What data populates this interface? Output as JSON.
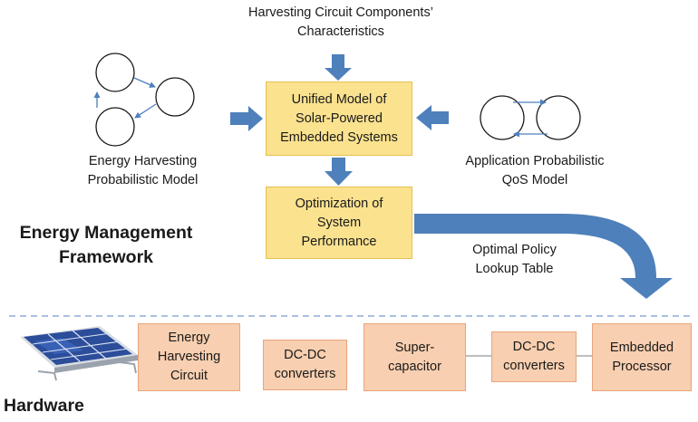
{
  "top_input": {
    "lines": [
      "Harvesting Circuit Components’",
      "Characteristics"
    ]
  },
  "unified_model": {
    "lines": [
      "Unified Model of",
      "Solar-Powered",
      "Embedded Systems"
    ]
  },
  "optimization": {
    "lines": [
      "Optimization of",
      "System",
      "Performance"
    ]
  },
  "energy_model": {
    "lines": [
      "Energy Harvesting",
      "Probabilistic Model"
    ]
  },
  "qos_model": {
    "lines": [
      "Application Probabilistic",
      "QoS Model"
    ]
  },
  "policy": {
    "lines": [
      "Optimal Policy",
      "Lookup Table"
    ]
  },
  "framework_title": {
    "lines": [
      "Energy Management",
      "Framework"
    ]
  },
  "hardware_title": "Hardware",
  "hardware_blocks": [
    {
      "lines": [
        "Energy",
        "Harvesting",
        "Circuit"
      ]
    },
    {
      "lines": [
        "DC-DC",
        "converters"
      ]
    },
    {
      "lines": [
        "Super-",
        "capacitor"
      ]
    },
    {
      "lines": [
        "DC-DC",
        "converters"
      ]
    },
    {
      "lines": [
        "Embedded",
        "Processor"
      ]
    }
  ],
  "colors": {
    "arrow_blue": "#4e80bb",
    "model_box": "#fbe28f",
    "hardware_box": "#f8cfb0",
    "divider": "#8eaed6"
  }
}
